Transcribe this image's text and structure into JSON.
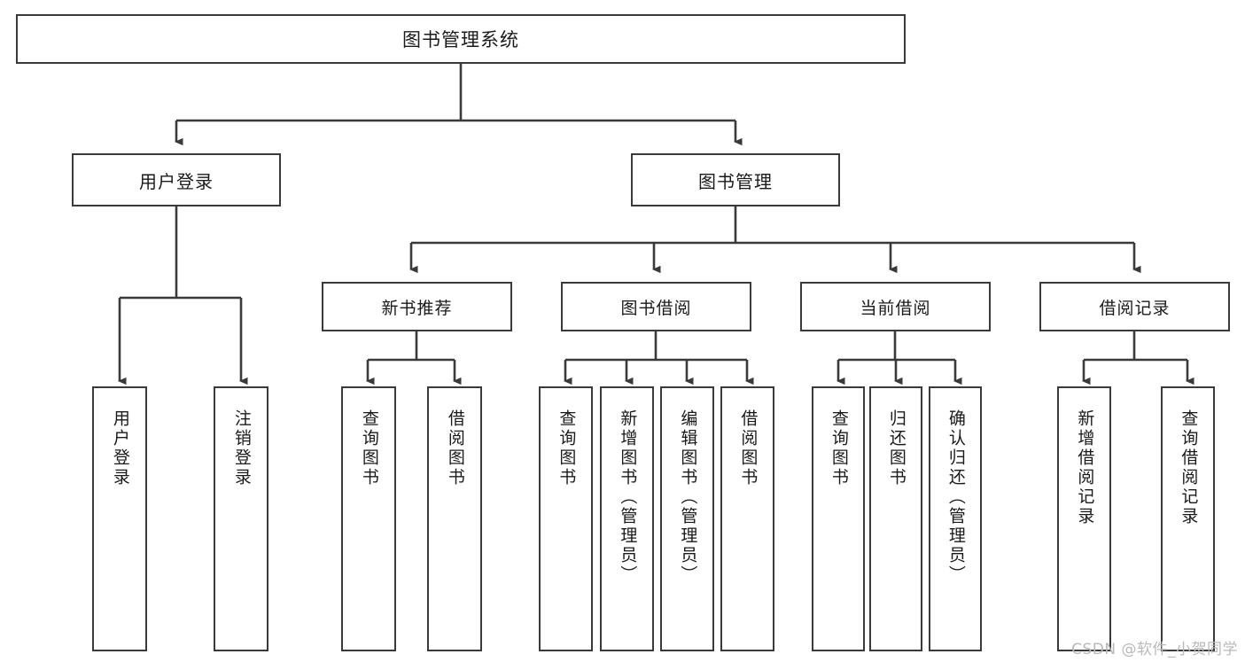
{
  "diagram": {
    "title": "图书管理系统",
    "type": "tree-hierarchy-chart",
    "root": {
      "label": "图书管理系统"
    },
    "level2": [
      {
        "label": "用户登录"
      },
      {
        "label": "图书管理"
      }
    ],
    "level3": [
      {
        "label": "新书推荐"
      },
      {
        "label": "图书借阅"
      },
      {
        "label": "当前借阅"
      },
      {
        "label": "借阅记录"
      }
    ],
    "leaves": {
      "user_login": [
        {
          "label": "用户登录"
        },
        {
          "label": "注销登录"
        }
      ],
      "new_book_recommend": [
        {
          "label": "查询图书"
        },
        {
          "label": "借阅图书"
        }
      ],
      "book_borrow": [
        {
          "label": "查询图书"
        },
        {
          "label": "新增图书（管理员）"
        },
        {
          "label": "编辑图书（管理员）"
        },
        {
          "label": "借阅图书"
        }
      ],
      "current_borrow": [
        {
          "label": "查询图书"
        },
        {
          "label": "归还图书"
        },
        {
          "label": "确认归还（管理员）"
        }
      ],
      "borrow_record": [
        {
          "label": "新增借阅记录"
        },
        {
          "label": "查询借阅记录"
        }
      ]
    },
    "watermark": "CSDN @软件_小贺同学",
    "colors": {
      "border": "#3a3a3a",
      "text": "#1a1a1a",
      "background": "#ffffff",
      "edge": "#3a3a3a",
      "watermark": "#b9b9b9"
    }
  }
}
